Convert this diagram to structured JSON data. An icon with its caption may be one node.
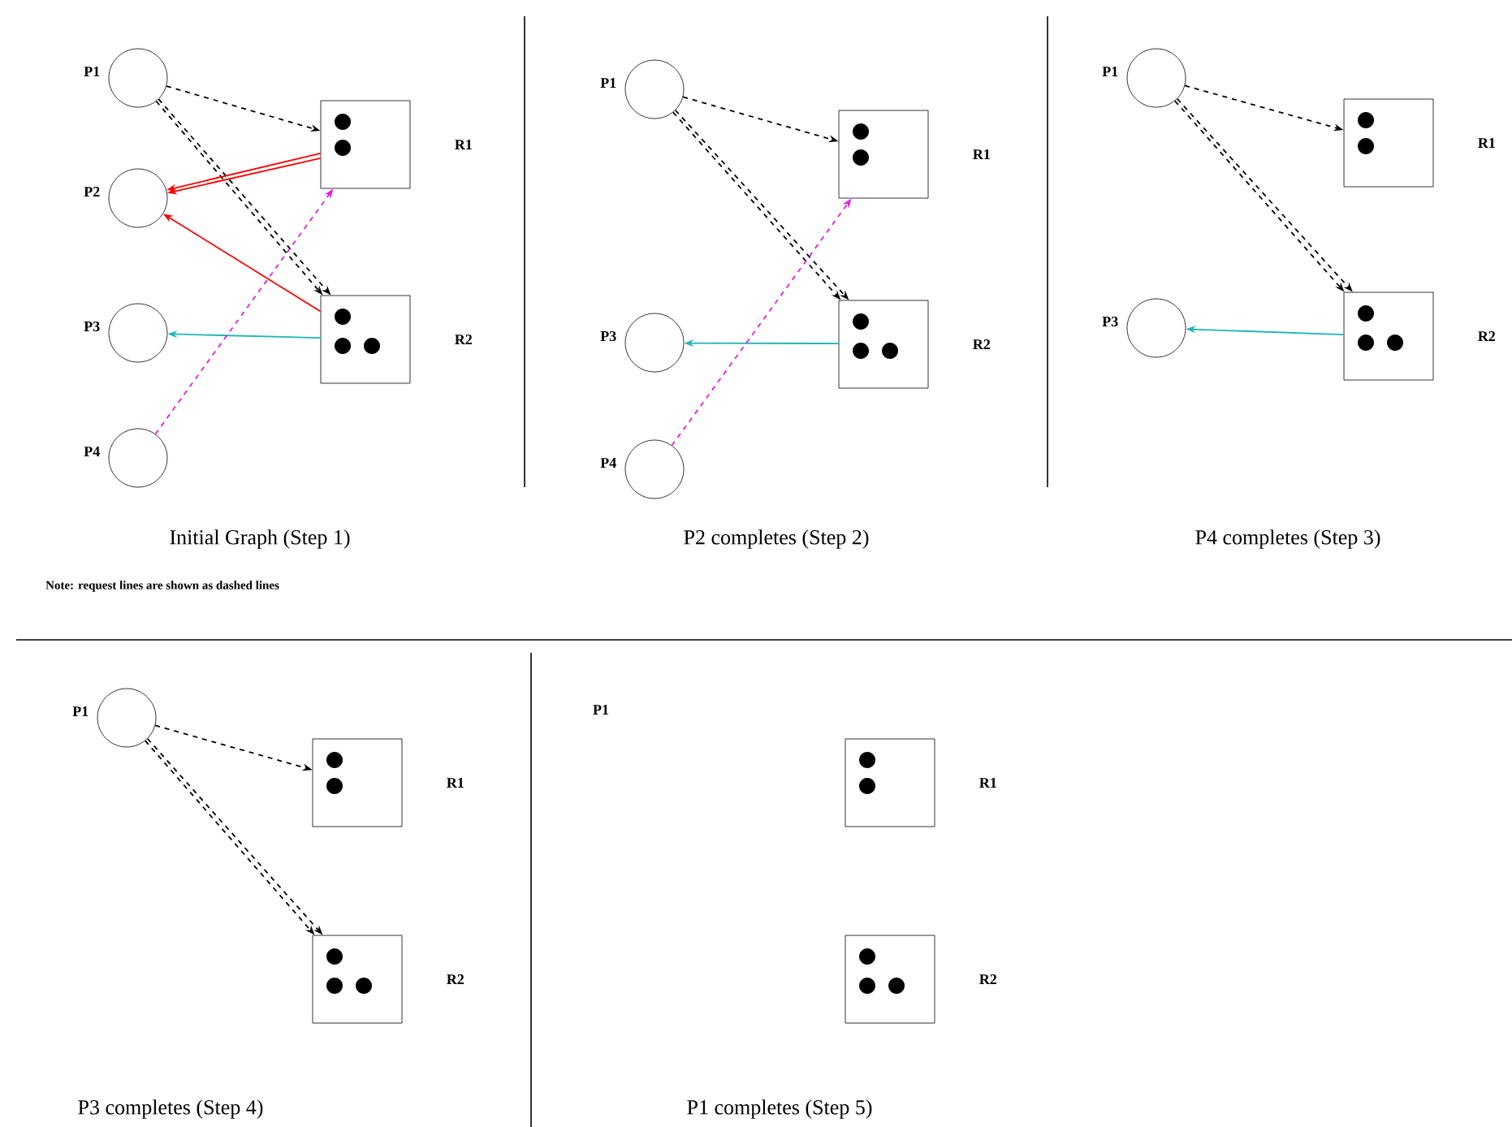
{
  "diagram": {
    "nodes": [
      {
        "text": [
          "P1"
        ]
      },
      {
        "text": [
          "P2"
        ]
      },
      {
        "text": [
          "P3"
        ]
      },
      {
        "text": [
          "P4"
        ]
      },
      {
        "text": [
          "R1"
        ]
      },
      {
        "text": [
          "R2"
        ]
      },
      {
        "text": [
          "P1"
        ]
      },
      {
        "text": [
          "P3"
        ]
      },
      {
        "text": [
          "P4"
        ]
      },
      {
        "text": [
          "R1"
        ]
      },
      {
        "text": [
          "R2"
        ]
      },
      {
        "text": [
          "P1"
        ]
      },
      {
        "text": [
          "P3"
        ]
      },
      {
        "text": [
          "R1"
        ]
      },
      {
        "text": [
          "R2"
        ]
      },
      {
        "text": [
          "P1"
        ]
      },
      {
        "text": [
          "R1"
        ]
      },
      {
        "text": [
          "R2"
        ]
      },
      {
        "text": [
          "R1"
        ]
      },
      {
        "text": [
          "R2"
        ]
      }
    ],
    "edges": [
      {
        "from": 0,
        "to": 4,
        "arrow": "to",
        "style": "dashed"
      },
      {
        "from": 0,
        "to": 5,
        "arrow": "to",
        "style": "dashed"
      },
      {
        "from": 0,
        "to": 5,
        "arrow": "to",
        "style": "dashed"
      },
      {
        "from": 4,
        "to": 1,
        "arrow": "to",
        "color": "#ff0000"
      },
      {
        "from": 4,
        "to": 1,
        "arrow": "to",
        "color": "#ff0000"
      },
      {
        "from": 5,
        "to": 1,
        "arrow": "to",
        "color": "#ff0000"
      },
      {
        "from": 5,
        "to": 2,
        "arrow": "to",
        "color": "#1fb5b5"
      },
      {
        "from": 3,
        "to": 4,
        "arrow": "to",
        "style": "dashed",
        "color": "#e020e0"
      },
      {
        "from": 6,
        "to": 9,
        "arrow": "to",
        "style": "dashed"
      },
      {
        "from": 6,
        "to": 10,
        "arrow": "to",
        "style": "dashed"
      },
      {
        "from": 6,
        "to": 10,
        "arrow": "to",
        "style": "dashed"
      },
      {
        "from": 10,
        "to": 7,
        "arrow": "to",
        "color": "#1fb5b5"
      },
      {
        "from": 8,
        "to": 9,
        "arrow": "to",
        "style": "dashed",
        "color": "#e020e0"
      },
      {
        "from": 11,
        "to": 13,
        "arrow": "to",
        "style": "dashed"
      },
      {
        "from": 11,
        "to": 14,
        "arrow": "to",
        "style": "dashed"
      },
      {
        "from": 11,
        "to": 14,
        "arrow": "to",
        "style": "dashed"
      },
      {
        "from": 14,
        "to": 12,
        "arrow": "to",
        "color": "#1fb5b5"
      },
      {
        "from": 15,
        "to": 16,
        "arrow": "to",
        "style": "dashed"
      },
      {
        "from": 15,
        "to": 17,
        "arrow": "to",
        "style": "dashed"
      },
      {
        "from": 15,
        "to": 17,
        "arrow": "to",
        "style": "dashed"
      }
    ],
    "labels": [
      "Initial Graph (Step 1)",
      "Note: request lines are shown as dashed lines",
      "P2 completes (Step 2)",
      "P4 completes (Step 3)",
      "P3 completes (Step 4)",
      "P1",
      "P1 completes (Step 5)"
    ]
  }
}
